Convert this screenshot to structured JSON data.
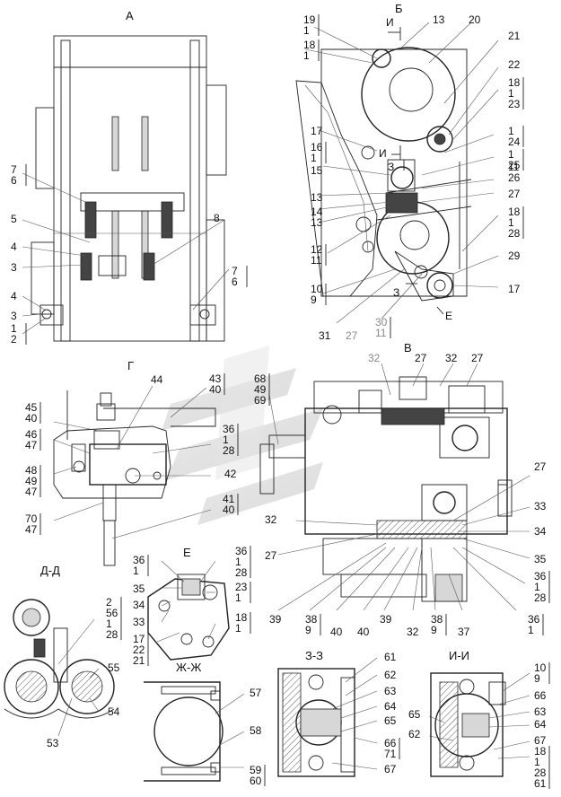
{
  "views": {
    "A": "А",
    "B": "Б",
    "V": "В",
    "G": "Г",
    "E": "Е",
    "DD": "Д-Д",
    "ZhZh": "Ж-Ж",
    "ZZ": "З-З",
    "II": "И-И"
  },
  "section_marks": {
    "I_top": "И",
    "I_mid": "И",
    "Z_mark": "З",
    "Z_mark2": "З",
    "E_mark": "Е"
  },
  "callouts": {
    "A": [
      {
        "id": "a1",
        "top": "7",
        "bottom": "6"
      },
      {
        "id": "a2",
        "single": "5"
      },
      {
        "id": "a3",
        "single": "4"
      },
      {
        "id": "a4",
        "single": "3"
      },
      {
        "id": "a5",
        "single": "8"
      },
      {
        "id": "a6",
        "top": "7",
        "bottom": "6"
      },
      {
        "id": "a7",
        "single": "4"
      },
      {
        "id": "a8",
        "single": "3"
      },
      {
        "id": "a9",
        "top": "1",
        "bottom": "2"
      }
    ],
    "B": [
      {
        "id": "b1",
        "top": "19",
        "bottom": "1"
      },
      {
        "id": "b2",
        "top": "18",
        "bottom": "1"
      },
      {
        "id": "b3",
        "single": "13"
      },
      {
        "id": "b4",
        "single": "20"
      },
      {
        "id": "b5",
        "single": "21"
      },
      {
        "id": "b6",
        "single": "22"
      },
      {
        "id": "b7",
        "top": "18",
        "mid": "1",
        "bottom": "23"
      },
      {
        "id": "b8",
        "top": "1",
        "bottom": "24"
      },
      {
        "id": "b9",
        "top": "1",
        "bottom": "25"
      },
      {
        "id": "b10",
        "single": "11"
      },
      {
        "id": "b11",
        "single": "26"
      },
      {
        "id": "b12",
        "single": "27"
      },
      {
        "id": "b13",
        "single": "17"
      },
      {
        "id": "b14",
        "top": "16",
        "bottom": "1"
      },
      {
        "id": "b15",
        "single": "15"
      },
      {
        "id": "b16",
        "single": "13"
      },
      {
        "id": "b17",
        "single": "14"
      },
      {
        "id": "b18",
        "single": "13"
      },
      {
        "id": "b19",
        "top": "12",
        "bottom": "11"
      },
      {
        "id": "b20",
        "top": "18",
        "mid": "1",
        "bottom": "28"
      },
      {
        "id": "b21",
        "single": "29"
      },
      {
        "id": "b22",
        "top": "10",
        "bottom": "9"
      },
      {
        "id": "b23",
        "single": "17"
      },
      {
        "id": "b24",
        "single": "31"
      },
      {
        "id": "b25",
        "single": "27"
      },
      {
        "id": "b26",
        "top": "30",
        "bottom": "11"
      }
    ],
    "G": [
      {
        "id": "g1",
        "single": "44"
      },
      {
        "id": "g2",
        "top": "43",
        "bottom": "40"
      },
      {
        "id": "g3",
        "top": "68",
        "mid": "49",
        "bottom": "69"
      },
      {
        "id": "g4",
        "top": "45",
        "bottom": "40"
      },
      {
        "id": "g5",
        "top": "46",
        "bottom": "47"
      },
      {
        "id": "g6",
        "top": "36",
        "mid": "1",
        "bottom": "28"
      },
      {
        "id": "g7",
        "top": "48",
        "mid": "49",
        "bottom": "47"
      },
      {
        "id": "g8",
        "single": "42"
      },
      {
        "id": "g9",
        "top": "70",
        "bottom": "47"
      },
      {
        "id": "g10",
        "top": "41",
        "bottom": "40"
      }
    ],
    "V": [
      {
        "id": "v1",
        "single": "32"
      },
      {
        "id": "v2",
        "single": "27"
      },
      {
        "id": "v3",
        "single": "32"
      },
      {
        "id": "v4",
        "single": "27"
      },
      {
        "id": "v5",
        "single": "27"
      },
      {
        "id": "v6",
        "single": "33"
      },
      {
        "id": "v7",
        "single": "32"
      },
      {
        "id": "v8",
        "single": "34"
      },
      {
        "id": "v9",
        "single": "27"
      },
      {
        "id": "v10",
        "single": "35"
      },
      {
        "id": "v11",
        "top": "36",
        "mid": "1",
        "bottom": "28"
      },
      {
        "id": "v12",
        "single": "39"
      },
      {
        "id": "v13",
        "top": "38",
        "bottom": "9"
      },
      {
        "id": "v14",
        "single": "40"
      },
      {
        "id": "v15",
        "single": "40"
      },
      {
        "id": "v16",
        "single": "39"
      },
      {
        "id": "v17",
        "single": "32"
      },
      {
        "id": "v18",
        "top": "38",
        "bottom": "9"
      },
      {
        "id": "v19",
        "single": "37"
      },
      {
        "id": "v20",
        "top": "36",
        "bottom": "1"
      }
    ],
    "E": [
      {
        "id": "e1",
        "top": "36",
        "bottom": "1"
      },
      {
        "id": "e2",
        "top": "36",
        "mid": "1",
        "bottom": "28"
      },
      {
        "id": "e3",
        "single": "35"
      },
      {
        "id": "e4",
        "top": "23",
        "bottom": "1"
      },
      {
        "id": "e5",
        "single": "34"
      },
      {
        "id": "e6",
        "single": "33"
      },
      {
        "id": "e7",
        "top": "18",
        "bottom": "1"
      },
      {
        "id": "e8",
        "top": "17",
        "mid": "22",
        "bottom": "21"
      }
    ],
    "DD": [
      {
        "id": "d1",
        "top": "2",
        "mid": "56",
        "bottom": "1",
        "last": "28"
      },
      {
        "id": "d2",
        "single": "55"
      },
      {
        "id": "d3",
        "single": "54"
      },
      {
        "id": "d4",
        "single": "53"
      }
    ],
    "ZhZh": [
      {
        "id": "zh1",
        "single": "57"
      },
      {
        "id": "zh2",
        "single": "58"
      },
      {
        "id": "zh3",
        "top": "59",
        "bottom": "60"
      }
    ],
    "ZZ": [
      {
        "id": "z1",
        "single": "61"
      },
      {
        "id": "z2",
        "single": "62"
      },
      {
        "id": "z3",
        "single": "63"
      },
      {
        "id": "z4",
        "single": "64"
      },
      {
        "id": "z5",
        "single": "65"
      },
      {
        "id": "z6",
        "top": "66",
        "bottom": "71"
      },
      {
        "id": "z7",
        "single": "67"
      }
    ],
    "II": [
      {
        "id": "i1",
        "top": "10",
        "bottom": "9"
      },
      {
        "id": "i2",
        "single": "66"
      },
      {
        "id": "i3",
        "single": "65"
      },
      {
        "id": "i4",
        "single": "63"
      },
      {
        "id": "i5",
        "single": "64"
      },
      {
        "id": "i6",
        "single": "62"
      },
      {
        "id": "i7",
        "single": "67"
      },
      {
        "id": "i8",
        "top": "18",
        "mid": "1",
        "bottom": "28",
        "last": "61"
      }
    ]
  }
}
